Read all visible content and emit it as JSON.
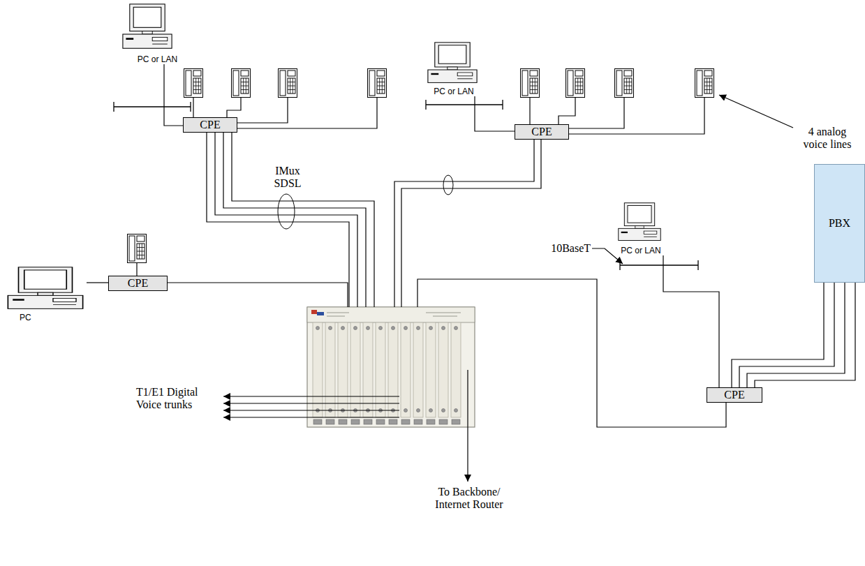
{
  "diagram": {
    "nodes": [
      {
        "text": [
          "PC or LAN"
        ]
      },
      {
        "text": [
          "CPE"
        ]
      },
      {
        "text": [
          "PC or LAN"
        ]
      },
      {
        "text": [
          "CPE"
        ]
      },
      {
        "text": [
          "PC"
        ]
      },
      {
        "text": [
          "CPE"
        ]
      },
      {
        "text": [
          "PC or LAN"
        ]
      },
      {
        "text": [
          "PBX"
        ]
      },
      {
        "text": [
          "CPE"
        ]
      }
    ],
    "edges": [
      {
        "from": 0,
        "to": 1,
        "arrow": "none"
      },
      {
        "from": 2,
        "to": 3,
        "arrow": "none"
      },
      {
        "from": 4,
        "to": 5,
        "arrow": "none"
      },
      {
        "from": 6,
        "to": 8,
        "arrow": "none"
      },
      {
        "from": 7,
        "to": 8,
        "arrow": "none"
      },
      {
        "from": 7,
        "to": 8,
        "arrow": "none"
      },
      {
        "from": 7,
        "to": 8,
        "arrow": "none"
      },
      {
        "from": 7,
        "to": 8,
        "arrow": "none"
      }
    ],
    "labels": [
      "IMux SDSL",
      "4 analog voice lines",
      "10BaseT",
      "T1/E1 Digital Voice trunks",
      "To Backbone/ Internet Router"
    ]
  }
}
